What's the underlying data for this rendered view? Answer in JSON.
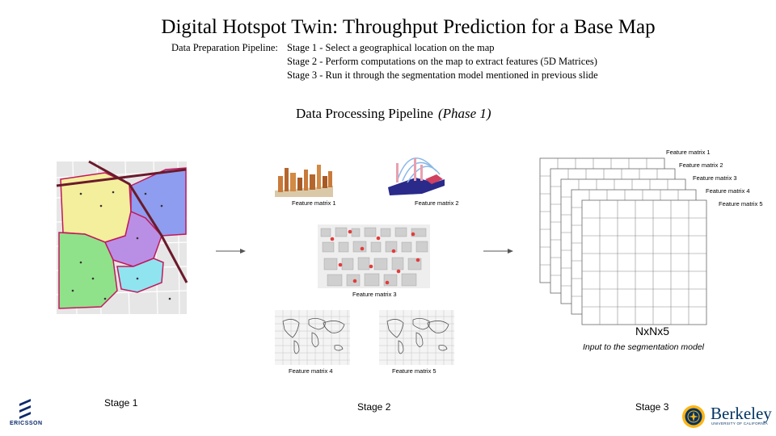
{
  "slide": {
    "title": "Digital Hotspot Twin: Throughput Prediction for a Base Map",
    "pipeline": {
      "label": "Data Preparation Pipeline:",
      "stages": [
        "Stage 1 - Select a geographical location on the map",
        "Stage 2 - Perform computations on the map to extract features (5D Matrices)",
        "Stage 3 - Run it through the segmentation model mentioned in previous slide"
      ]
    },
    "section_title": "Data Processing Pipeline",
    "section_phase": "(Phase 1)"
  },
  "features": {
    "labels": [
      "Feature matrix 1",
      "Feature matrix 2",
      "Feature matrix 3",
      "Feature matrix 4",
      "Feature matrix 5"
    ]
  },
  "stack": {
    "labels": [
      "Feature matrix 1",
      "Feature matrix 2",
      "Feature matrix 3",
      "Feature matrix 4",
      "Feature matrix 5"
    ],
    "dims": "NxNx5",
    "caption": "Input to the segmentation model"
  },
  "stages": [
    "Stage 1",
    "Stage 2",
    "Stage 3"
  ],
  "logos": {
    "ericsson": "ERICSSON",
    "berkeley": "Berkeley",
    "berkeley_sub": "UNIVERSITY OF CALIFORNIA"
  },
  "colors": {
    "district_yellow": "#f4ef9c",
    "district_blue": "#8e9df0",
    "district_purple": "#b98fe6",
    "district_green": "#8fe28a",
    "district_cyan": "#8fe4f0",
    "district_border": "#c2185b",
    "berkeley_blue": "#003262",
    "berkeley_gold": "#fdb515"
  }
}
